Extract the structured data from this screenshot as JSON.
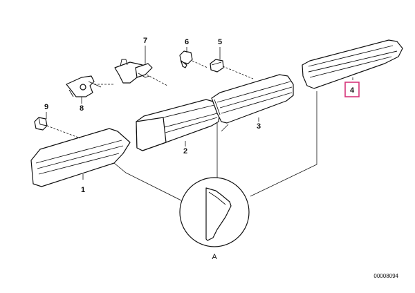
{
  "diagram": {
    "callouts": [
      {
        "id": "1",
        "label": "1"
      },
      {
        "id": "2",
        "label": "2"
      },
      {
        "id": "3",
        "label": "3"
      },
      {
        "id": "4",
        "label": "4",
        "highlighted": true
      },
      {
        "id": "5",
        "label": "5"
      },
      {
        "id": "6",
        "label": "6"
      },
      {
        "id": "7",
        "label": "7"
      },
      {
        "id": "8",
        "label": "8"
      },
      {
        "id": "9",
        "label": "9"
      }
    ],
    "detail_label": "A",
    "doc_number": "00008094",
    "colors": {
      "line": "#111111",
      "highlight": "#d6337a",
      "background": "#ffffff"
    }
  }
}
